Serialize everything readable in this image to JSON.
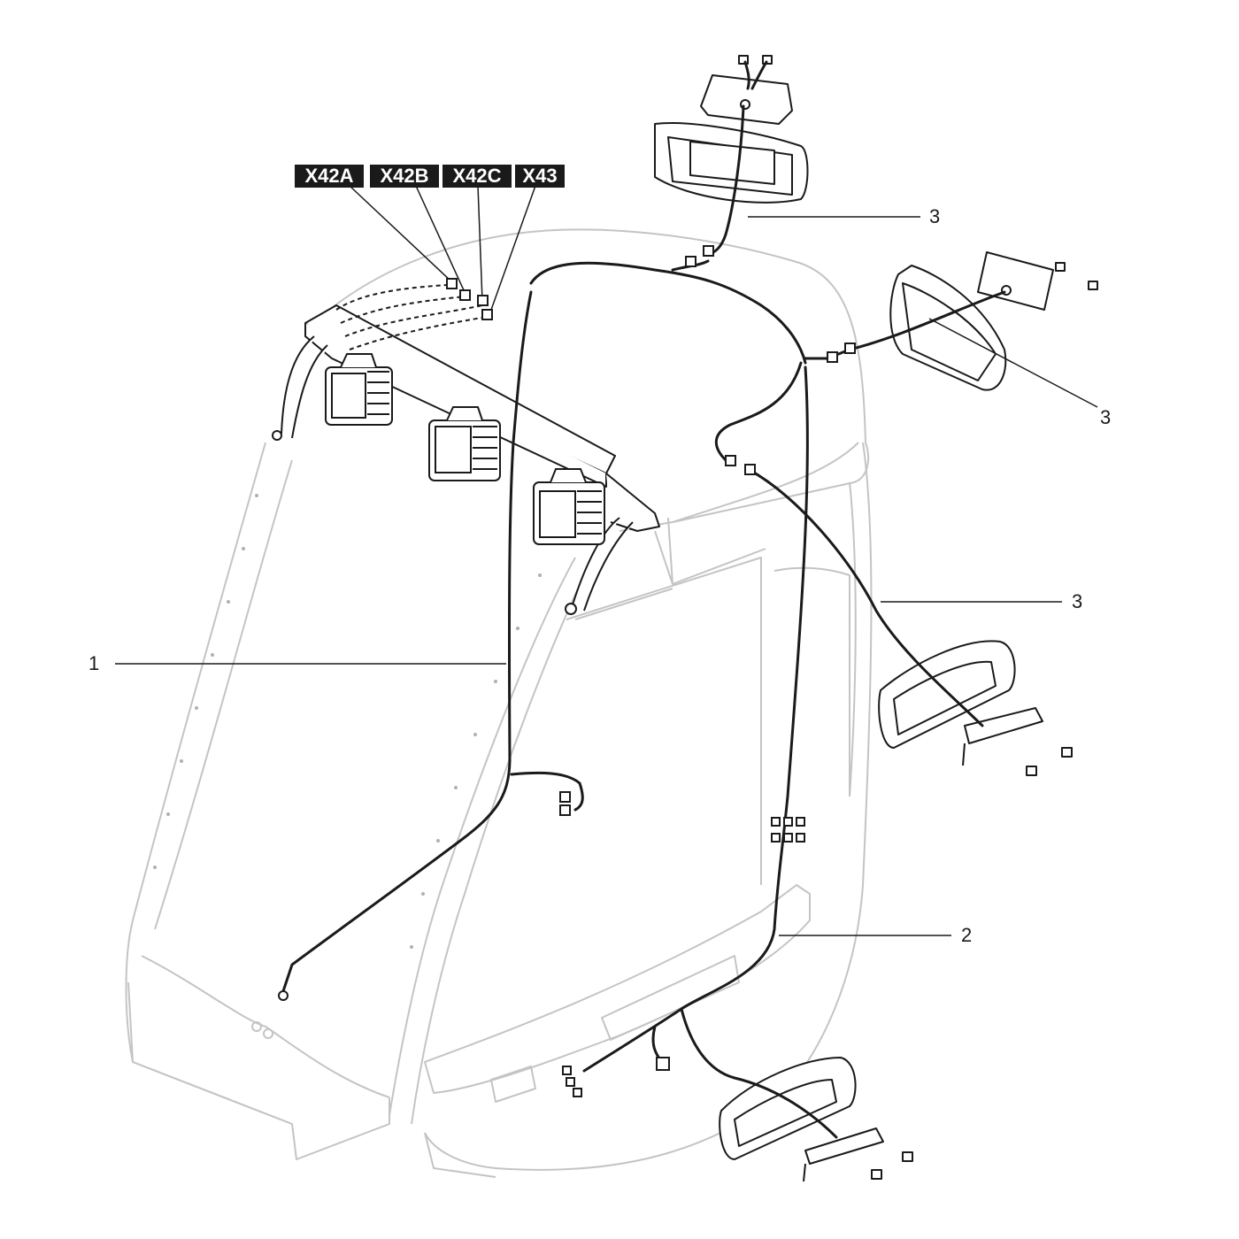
{
  "connector_labels": {
    "x42a": "X42A",
    "x42b": "X42B",
    "x42c": "X42C",
    "x43": "X43"
  },
  "callouts": {
    "item_1": "1",
    "item_2": "2",
    "item_3_top": "3",
    "item_3_right_upper": "3",
    "item_3_right_lower": "3"
  },
  "colors": {
    "harness": "#1a1a1a",
    "cab_outline": "#c8c8c8",
    "part_outline": "#1a1a1a",
    "label_bg": "#1a1a1a",
    "label_text": "#ffffff"
  }
}
